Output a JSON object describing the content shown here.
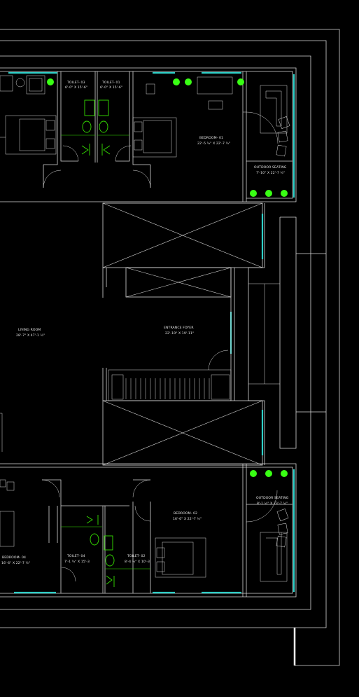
{
  "rooms": {
    "toilet_03": {
      "name": "TOILET- 03",
      "size": "6'-0\" X 15'-6\""
    },
    "toilet_01": {
      "name": "TOILET- 01",
      "size": "6'-0\" X 15'-6\""
    },
    "bedroom_01": {
      "name": "BEDROOM- 01",
      "size": "22'-5 ½\" X 22'-7 ½\""
    },
    "outdoor_seating_top": {
      "name": "OUTDOOR SEATING",
      "size": "7'-10\" X 22'-7 ½\""
    },
    "living_room": {
      "name": "LIVING ROOM",
      "size": "28'-7\" X 47'-1 ½\""
    },
    "entrance_foyer": {
      "name": "ENTRANCE FOYER",
      "size": "22'-10\" X 19'-11\""
    },
    "outdoor_seating_bottom": {
      "name": "OUTDOOR SEATING",
      "size": "8'-1 ½\" X 23'-7 ½\""
    },
    "bedroom_02": {
      "name": "BEDROOM- 02",
      "size": "16'-6\" X 22'-7 ½\""
    },
    "bedroom_04": {
      "name": "BEDROOM- 04",
      "size": "16'-6\" X 22'-7 ½\""
    },
    "toilet_04": {
      "name": "TOILET- 04",
      "size": "7'-1 ½\" X 15'-3"
    },
    "toilet_02": {
      "name": "TOILET- 02",
      "size": "8'-4 ½\" X 10'-3"
    }
  },
  "colors": {
    "background": "#000000",
    "wall": "#d8d8d8",
    "glazing": "#2fd0c8",
    "plant": "#39ff14",
    "fixture": "#35e000"
  }
}
